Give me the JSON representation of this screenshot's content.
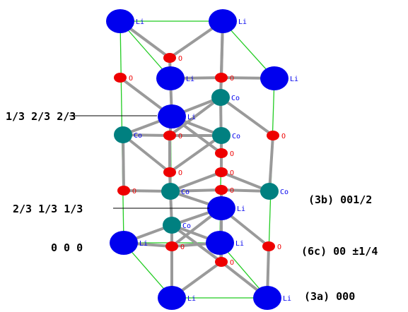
{
  "colors": {
    "background": "#ffffff",
    "lithium": "#0000ee",
    "cobalt": "#008080",
    "oxygen": "#ee0000",
    "bond": "#9a9a9a",
    "cell_edge": "#22cc22",
    "label_text": "#000000"
  },
  "atom_labels": {
    "li": "Li",
    "co": "Co",
    "o": "O"
  },
  "annotations": {
    "coord_top": "1/3 2/3 2/3",
    "coord_mid": "2/3 1/3 1/3",
    "origin": "0 0 0",
    "site_3b": "(3b) 001/2",
    "site_6c": "(6c) 00 ±1/4",
    "site_3a": "(3a) 000"
  }
}
